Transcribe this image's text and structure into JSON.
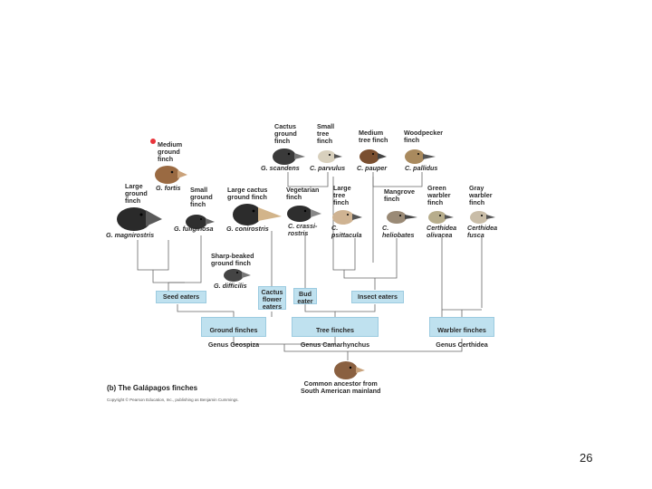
{
  "diagram": {
    "caption": "(b) The Galápagos finches",
    "copyright": "Copyright © Pearson Education, Inc., publishing as Benjamin Cummings.",
    "page_number": "26",
    "ancestor": {
      "label": "Common ancestor from\nSouth American mainland"
    },
    "highlight_color": "#e8333a",
    "box_color": "#bfe1ef",
    "species": [
      {
        "common": "Medium\nground\nfinch",
        "latin": "G. fortis"
      },
      {
        "common": "Large\nground\nfinch",
        "latin": "G. magnirostris"
      },
      {
        "common": "Small\nground\nfinch",
        "latin": "G. fuliginosa"
      },
      {
        "common": "Large cactus\nground finch",
        "latin": "G. conirostris"
      },
      {
        "common": "Sharp-beaked\nground finch",
        "latin": "G. difficilis"
      },
      {
        "common": "Cactus\nground\nfinch",
        "latin": "G. scandens"
      },
      {
        "common": "Small\ntree\nfinch",
        "latin": "C. parvulus"
      },
      {
        "common": "Medium\ntree finch",
        "latin": "C. pauper"
      },
      {
        "common": "Woodpecker\nfinch",
        "latin": "C. pallidus"
      },
      {
        "common": "Vegetarian\nfinch",
        "latin": "C. crassi-\nrostris"
      },
      {
        "common": "Large\ntree\nfinch",
        "latin": "C.\npsittacula"
      },
      {
        "common": "Mangrove\nfinch",
        "latin": "C.\nheliobates"
      },
      {
        "common": "Green\nwarbler\nfinch",
        "latin": "Certhidea\nolivacea"
      },
      {
        "common": "Gray\nwarbler\nfinch",
        "latin": "Certhidea\nfusca"
      }
    ],
    "diet_boxes": [
      {
        "label": "Seed eaters"
      },
      {
        "label": "Cactus\nflower\neaters"
      },
      {
        "label": "Bud\neater"
      },
      {
        "label": "Insect eaters"
      }
    ],
    "genus_boxes": [
      {
        "line1": "Ground finches",
        "line2": "Genus Geospiza"
      },
      {
        "line1": "Tree finches",
        "line2": "Genus Camarhynchus"
      },
      {
        "line1": "Warbler finches",
        "line2": "Genus Certhidea"
      }
    ]
  }
}
